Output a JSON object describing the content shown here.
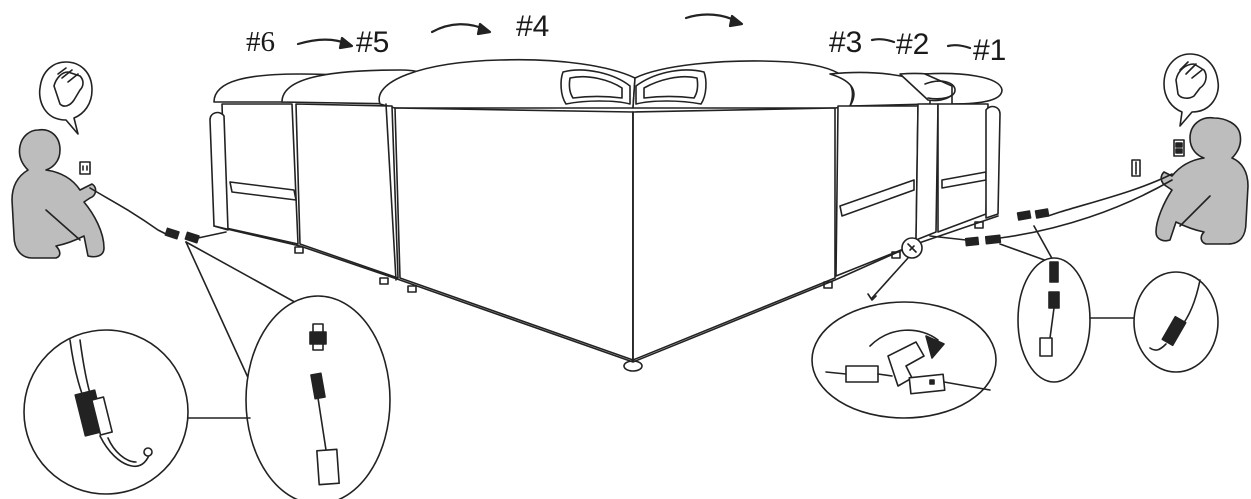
{
  "diagram": {
    "section_labels": {
      "s6": "#6",
      "s5": "#5",
      "s4": "#4",
      "s3": "#3",
      "s2": "#2",
      "s1": "#1"
    },
    "colors": {
      "line": "#222222",
      "figure_fill": "#bdbdbd",
      "background": "#ffffff"
    },
    "icons": {
      "left_person": "crouching-person-icon",
      "right_person": "crouching-person-icon",
      "left_hand": "hand-press-icon",
      "right_hand": "hand-press-icon",
      "outlet": "wall-outlet-icon",
      "plug": "power-plug-icon",
      "connector": "cable-connector-icon"
    }
  }
}
